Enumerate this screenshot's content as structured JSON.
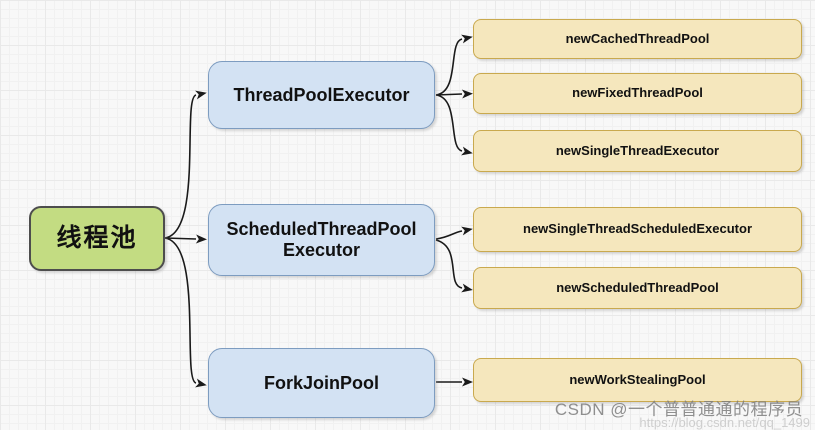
{
  "diagram": {
    "title_node": {
      "label": "线程池"
    },
    "branches": {
      "tpe": {
        "label": "ThreadPoolExecutor"
      },
      "stpe": {
        "lines": [
          "ScheduledThreadPool",
          "Executor"
        ]
      },
      "fjp": {
        "label": "ForkJoinPool"
      }
    },
    "leaves": [
      {
        "label": "newCachedThreadPool"
      },
      {
        "label": "newFixedThreadPool"
      },
      {
        "label": "newSingleThreadExecutor"
      },
      {
        "label": "newSingleThreadScheduledExecutor"
      },
      {
        "label": "newScheduledThreadPool"
      },
      {
        "label": "newWorkStealingPool"
      }
    ],
    "edges": [
      {
        "from": "线程池",
        "to": "ThreadPoolExecutor"
      },
      {
        "from": "线程池",
        "to": "ScheduledThreadPoolExecutor"
      },
      {
        "from": "线程池",
        "to": "ForkJoinPool"
      },
      {
        "from": "ThreadPoolExecutor",
        "to": "newCachedThreadPool"
      },
      {
        "from": "ThreadPoolExecutor",
        "to": "newFixedThreadPool"
      },
      {
        "from": "ThreadPoolExecutor",
        "to": "newSingleThreadExecutor"
      },
      {
        "from": "ScheduledThreadPoolExecutor",
        "to": "newSingleThreadScheduledExecutor"
      },
      {
        "from": "ScheduledThreadPoolExecutor",
        "to": "newScheduledThreadPool"
      },
      {
        "from": "ForkJoinPool",
        "to": "newWorkStealingPool"
      }
    ],
    "colors": {
      "root_fill": "#c3dc82",
      "root_border": "#4d4d4d",
      "branch_fill": "#d3e2f3",
      "branch_border": "#7d9cc0",
      "leaf_fill": "#f5e7bd",
      "leaf_border": "#c9a94e",
      "edge": "#1a1a1a",
      "canvas_background": "#f8f8f8"
    }
  },
  "watermark": {
    "text": "CSDN @一个普普通通的程序员",
    "url_partial": "https://blog.csdn.net/qq_1499"
  }
}
